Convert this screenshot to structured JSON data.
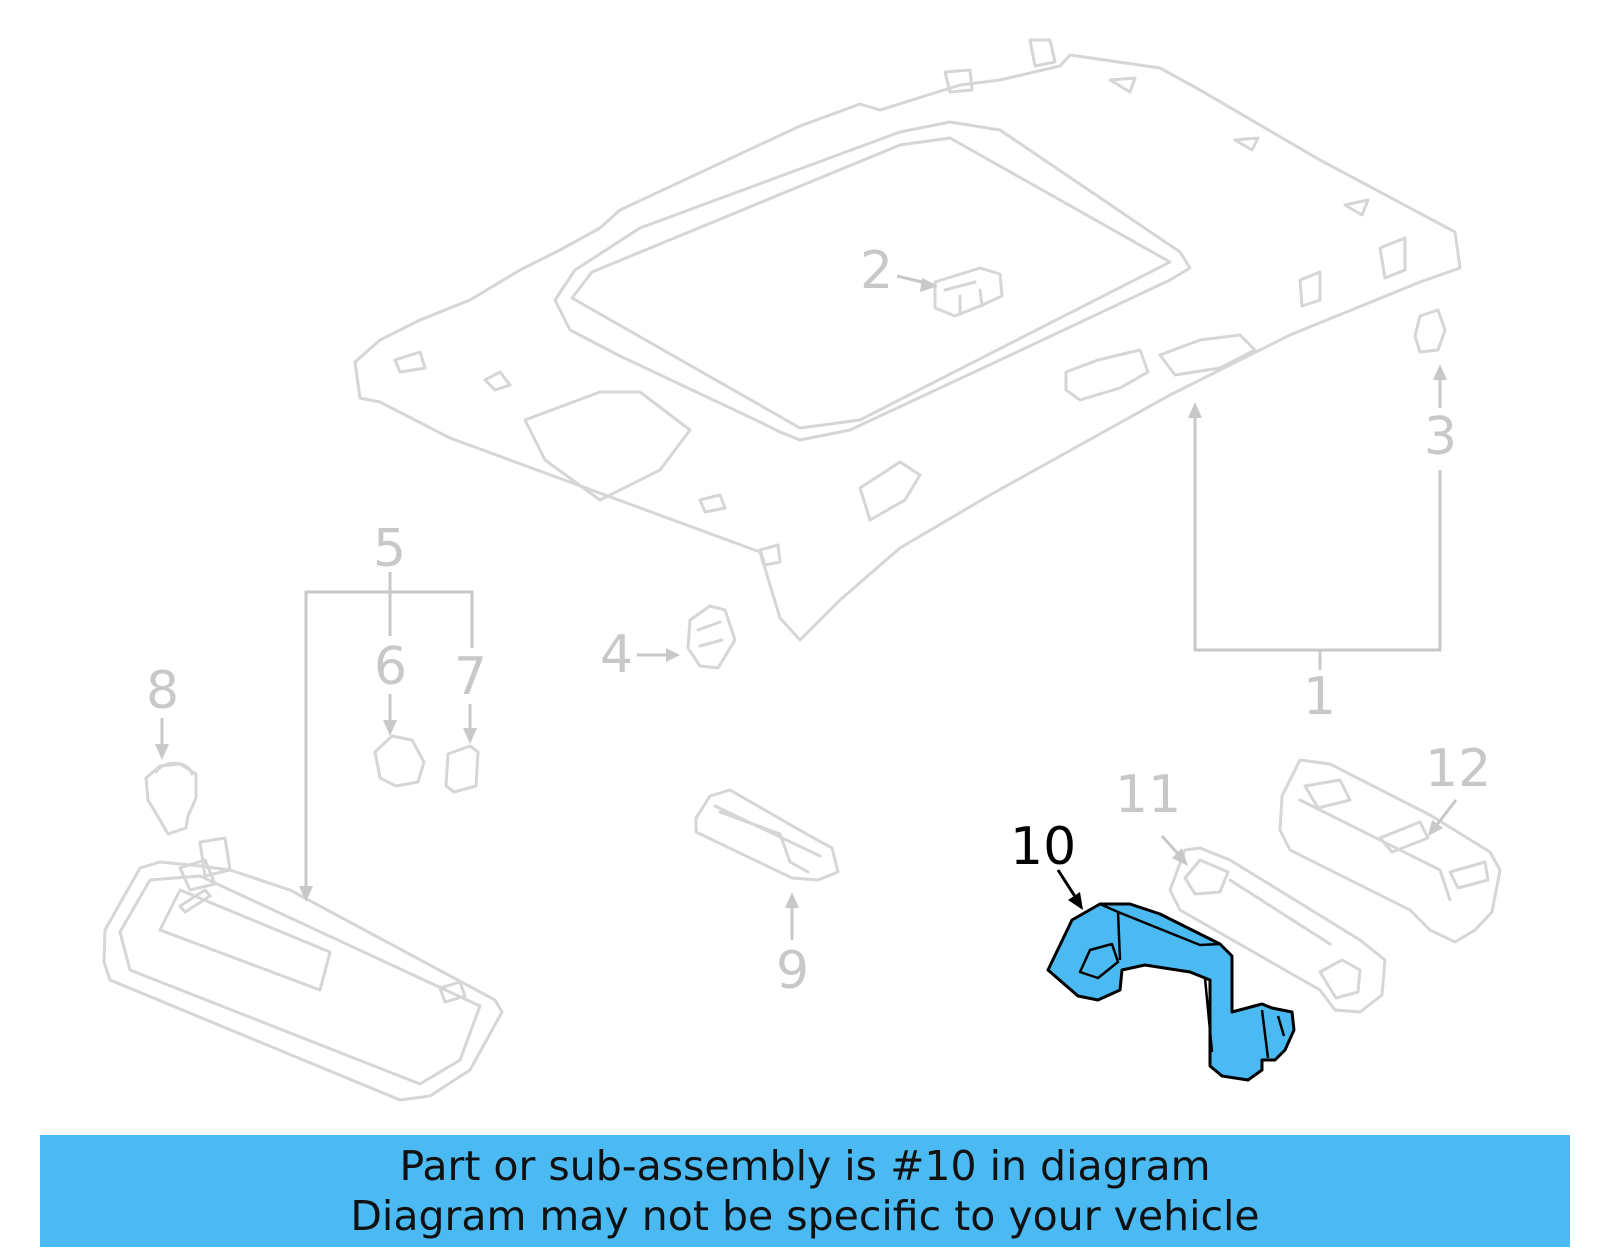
{
  "diagram": {
    "callouts": [
      {
        "id": "1",
        "label": "1"
      },
      {
        "id": "2",
        "label": "2"
      },
      {
        "id": "3",
        "label": "3"
      },
      {
        "id": "4",
        "label": "4"
      },
      {
        "id": "5",
        "label": "5"
      },
      {
        "id": "6",
        "label": "6"
      },
      {
        "id": "7",
        "label": "7"
      },
      {
        "id": "8",
        "label": "8"
      },
      {
        "id": "9",
        "label": "9"
      },
      {
        "id": "10",
        "label": "10"
      },
      {
        "id": "11",
        "label": "11"
      },
      {
        "id": "12",
        "label": "12"
      }
    ],
    "highlighted_part": "10",
    "colors": {
      "highlight": "#4cbaf2",
      "inactive_line": "#d6d6d6",
      "inactive_text": "#c8c8c8",
      "active": "#000000"
    }
  },
  "banner": {
    "line1": "Part or sub-assembly is #10 in diagram",
    "line2": "Diagram may not be specific to your vehicle"
  }
}
